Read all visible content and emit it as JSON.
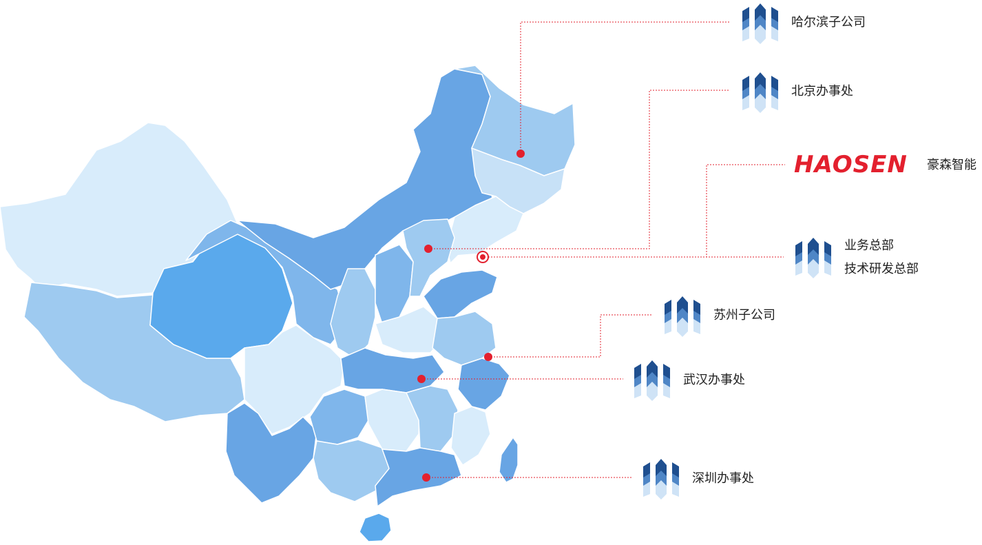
{
  "colors": {
    "marker": "#e3202e",
    "connector": "#e3202e",
    "logo": "#e3202e",
    "icon_dark": "#1f4f8f",
    "icon_mid": "#4f86c6",
    "icon_light": "#cfe3f6",
    "region_shades": [
      "#d8ecfb",
      "#9ecaf0",
      "#7fb6eb",
      "#68a5e4",
      "#5aa9ec",
      "#c7e1f7"
    ]
  },
  "brand": {
    "logo_text": "HAOSEN",
    "name": "豪森智能"
  },
  "offices": [
    {
      "id": "harbin",
      "name": "哈尔滨子公司",
      "icon": "building-icon",
      "marker": "dot"
    },
    {
      "id": "beijing",
      "name": "北京办事处",
      "icon": "building-icon",
      "marker": "dot"
    },
    {
      "id": "hq",
      "name": "业务总部",
      "name_line2": "技术研发总部",
      "icon": "building-icon",
      "marker": "ring"
    },
    {
      "id": "suzhou",
      "name": "苏州子公司",
      "icon": "building-icon",
      "marker": "dot"
    },
    {
      "id": "wuhan",
      "name": "武汉办事处",
      "icon": "building-icon",
      "marker": "dot"
    },
    {
      "id": "shenzhen",
      "name": "深圳办事处",
      "icon": "building-icon",
      "marker": "dot"
    }
  ]
}
